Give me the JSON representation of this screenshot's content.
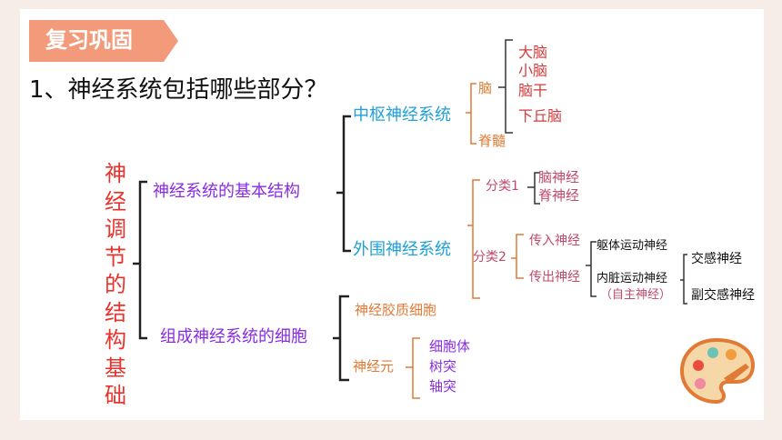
{
  "header": {
    "badge": "复习巩固"
  },
  "question": "1、神经系统包括哪些部分？",
  "root": {
    "title": "神经调节的结构基础"
  },
  "branches": {
    "basic_structure": "神经系统的基本结构",
    "cells": "组成神经系统的细胞"
  },
  "cns": {
    "title": "中枢神经系统",
    "brain": "脑",
    "brain_parts": [
      "大脑",
      "小脑",
      "脑干",
      "下丘脑"
    ],
    "spinal_cord": "脊髓"
  },
  "pns": {
    "title": "外围神经系统",
    "class1": "分类1",
    "class1_items": [
      "脑神经",
      "脊神经"
    ],
    "class2": "分类2",
    "afferent": "传入神经",
    "efferent": "传出神经",
    "somatic": "躯体运动神经",
    "visceral": "内脏运动神经",
    "autonomic": "（自主神经）",
    "sympathetic": "交感神经",
    "parasympathetic": "副交感神经"
  },
  "cell_types": {
    "glia": "神经胶质细胞",
    "neuron": "神经元",
    "neuron_parts": [
      "细胞体",
      "树突",
      "轴突"
    ]
  },
  "icons": {
    "palette": "palette-icon"
  },
  "colors": {
    "badge": "#f29a7a",
    "root": "#e8322b",
    "branch": "#8a2be2",
    "system": "#1ea0d8",
    "sub": "#e07a35",
    "leaf": "#d23b3b",
    "leaf2": "#c04a6a"
  }
}
